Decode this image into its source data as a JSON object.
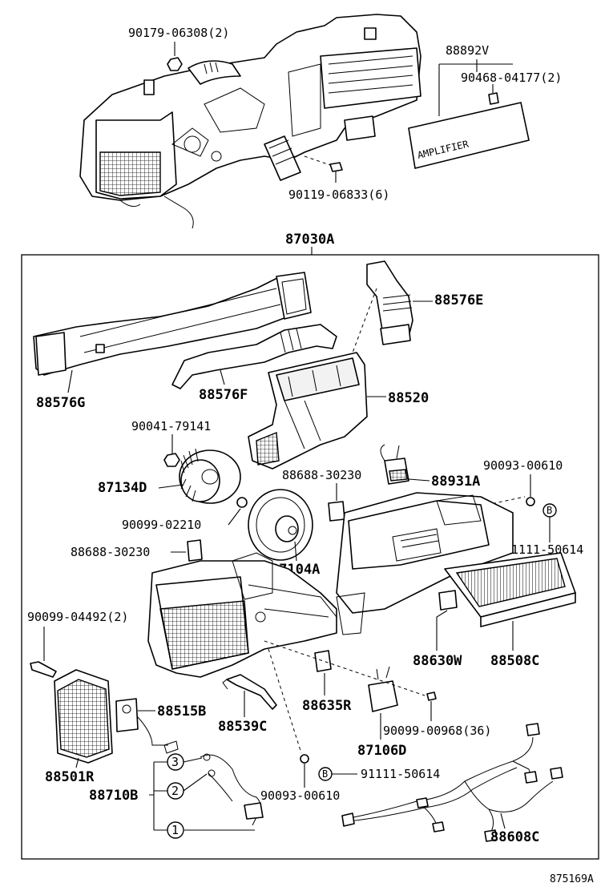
{
  "diagram_id": "875169A",
  "assembly": {
    "label": "87030A"
  },
  "labels": {
    "p90179": "90179-06308(2)",
    "p88892V": "88892V",
    "p90468": "90468-04177(2)",
    "p90119": "90119-06833(6)",
    "p88576E": "88576E",
    "p88576G": "88576G",
    "p88576F": "88576F",
    "p88520": "88520",
    "p90041": "90041-79141",
    "p87134D": "87134D",
    "p88688_a": "88688-30230",
    "p88931A": "88931A",
    "p90093_a": "90093-00610",
    "p90099_02210": "90099-02210",
    "p91111_a": "91111-50614",
    "p88688_b": "88688-30230",
    "p87104A": "87104A",
    "p90099_04492": "90099-04492(2)",
    "p88630W": "88630W",
    "p88508C": "88508C",
    "p88515B": "88515B",
    "p88635R": "88635R",
    "p88539C": "88539C",
    "p90099_00968": "90099-00968(36)",
    "p87106D": "87106D",
    "p88501R": "88501R",
    "p91111_b": "91111-50614",
    "p88710B": "88710B",
    "p90093_b": "90093-00610",
    "p88608C": "88608C"
  },
  "callouts": {
    "c1": "1",
    "c2": "2",
    "c3": "3",
    "cB1": "B",
    "cB2": "B"
  },
  "panel_text": "AMPLIFIER"
}
